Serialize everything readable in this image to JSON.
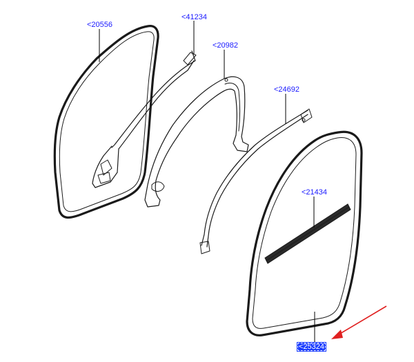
{
  "callouts": {
    "c20556": "<20556",
    "c41234": "<41234",
    "c20982": "<20982",
    "c24692": "<24692",
    "c21434": "<21434",
    "c25324": "<25324"
  },
  "colors": {
    "callout_text": "#1a1aff",
    "selected_background": "#1a3cff",
    "indicator_arrow": "#e02020",
    "line_art": "#1a1a1a"
  }
}
